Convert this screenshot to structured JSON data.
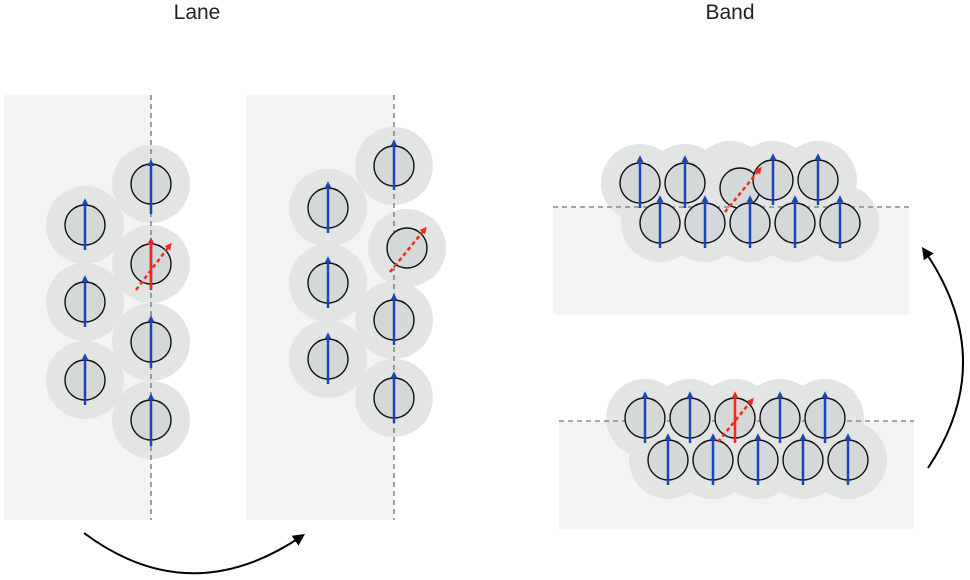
{
  "titles": {
    "lane": "Lane",
    "band": "Band"
  },
  "colors": {
    "panel_fill": "#f2f4f4",
    "halo": "#e3e5e5",
    "disc": "#d5d8d9",
    "outline": "#111111",
    "blue_arrow": "#1b46b8",
    "red_arrow": "#ee2b1a",
    "boundary_line": "#888888",
    "curved_arrow": "#000000"
  },
  "panels": [
    {
      "id": "lane-panel-before",
      "layout": "lane",
      "state": "before"
    },
    {
      "id": "lane-panel-after",
      "layout": "lane",
      "state": "after"
    },
    {
      "id": "band-panel-after",
      "layout": "band",
      "state": "after"
    },
    {
      "id": "band-panel-before",
      "layout": "band",
      "state": "before"
    }
  ],
  "transitions": [
    {
      "from": "lane-panel-before",
      "to": "lane-panel-after"
    },
    {
      "from": "band-panel-before",
      "to": "band-panel-after"
    }
  ]
}
